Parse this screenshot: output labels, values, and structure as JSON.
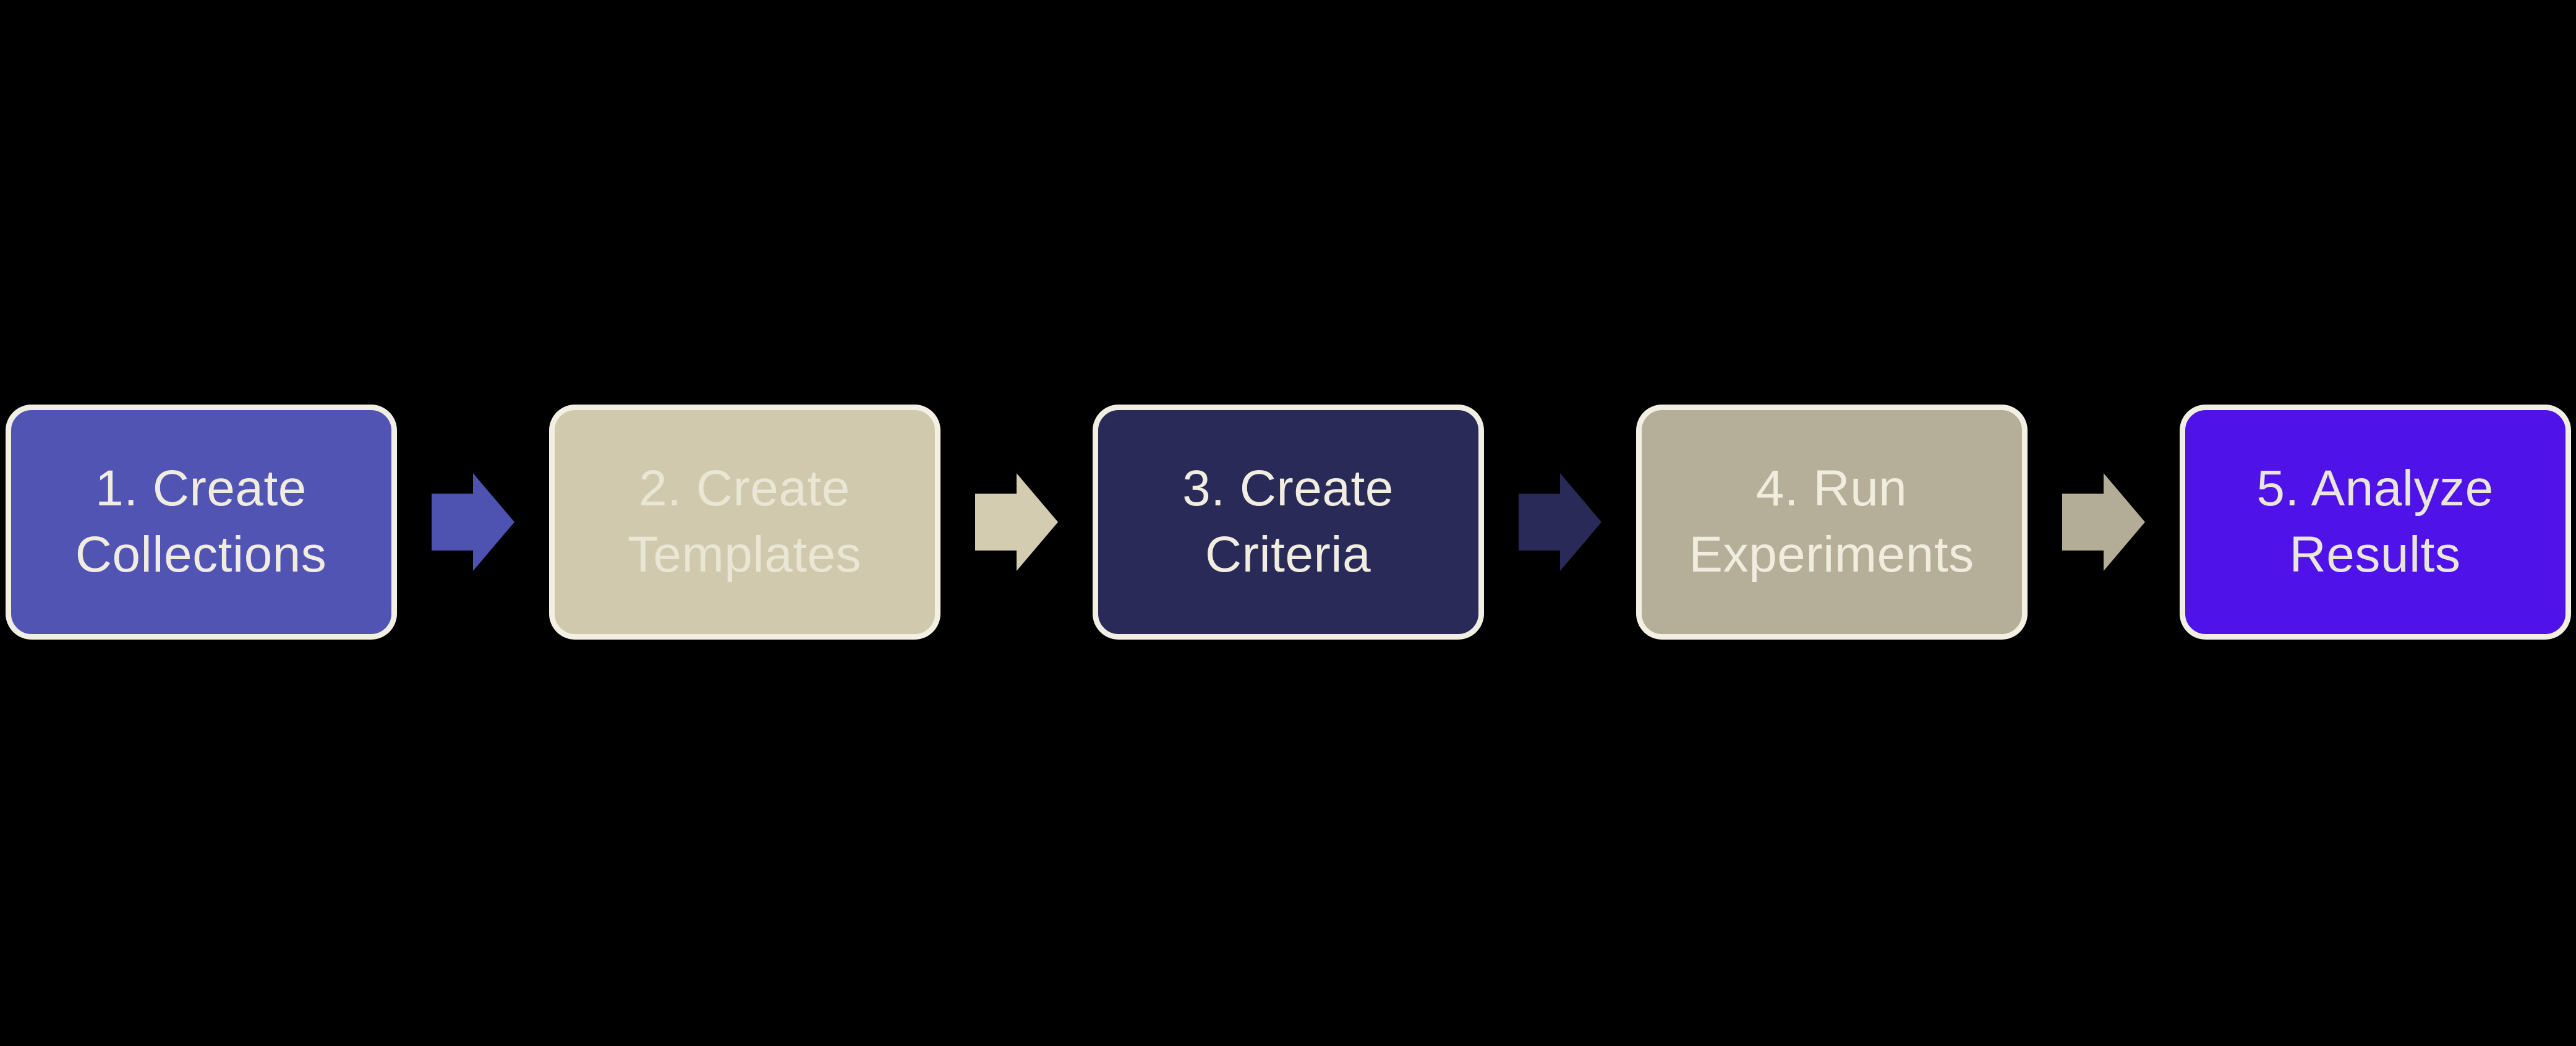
{
  "background_color": "#000000",
  "flow": {
    "title": "evaluation-workflow-steps",
    "steps": [
      {
        "label": "1. Create Collections",
        "line1": "1. Create",
        "line2": "Collections",
        "fill": "#5254b4",
        "border": "#f1eee3",
        "text_color": "#f0ede0"
      },
      {
        "label": "2. Create Templates",
        "line1": "2. Create",
        "line2": "Templates",
        "fill": "#d0c9ae",
        "border": "#f3f0e3",
        "text_color": "#eae6d4"
      },
      {
        "label": "3. Create Criteria",
        "line1": "3. Create",
        "line2": "Criteria",
        "fill": "#2a2a58",
        "border": "#f1eee3",
        "text_color": "#f1eee1"
      },
      {
        "label": "4. Run Experiments",
        "line1": "4. Run",
        "line2": "Experiments",
        "fill": "#b5ae98",
        "border": "#f3f0e3",
        "text_color": "#f0edde"
      },
      {
        "label": "5. Analyze Results",
        "line1": "5. Analyze",
        "line2": "Results",
        "fill": "#4f12e9",
        "border": "#f1eee3",
        "text_color": "#e9e6da"
      }
    ],
    "arrows": [
      {
        "name": "arrow-1",
        "fill": "#4e53b1"
      },
      {
        "name": "arrow-2",
        "fill": "#d3ccb1"
      },
      {
        "name": "arrow-3",
        "fill": "#292a58"
      },
      {
        "name": "arrow-4",
        "fill": "#b3ad97"
      }
    ]
  }
}
